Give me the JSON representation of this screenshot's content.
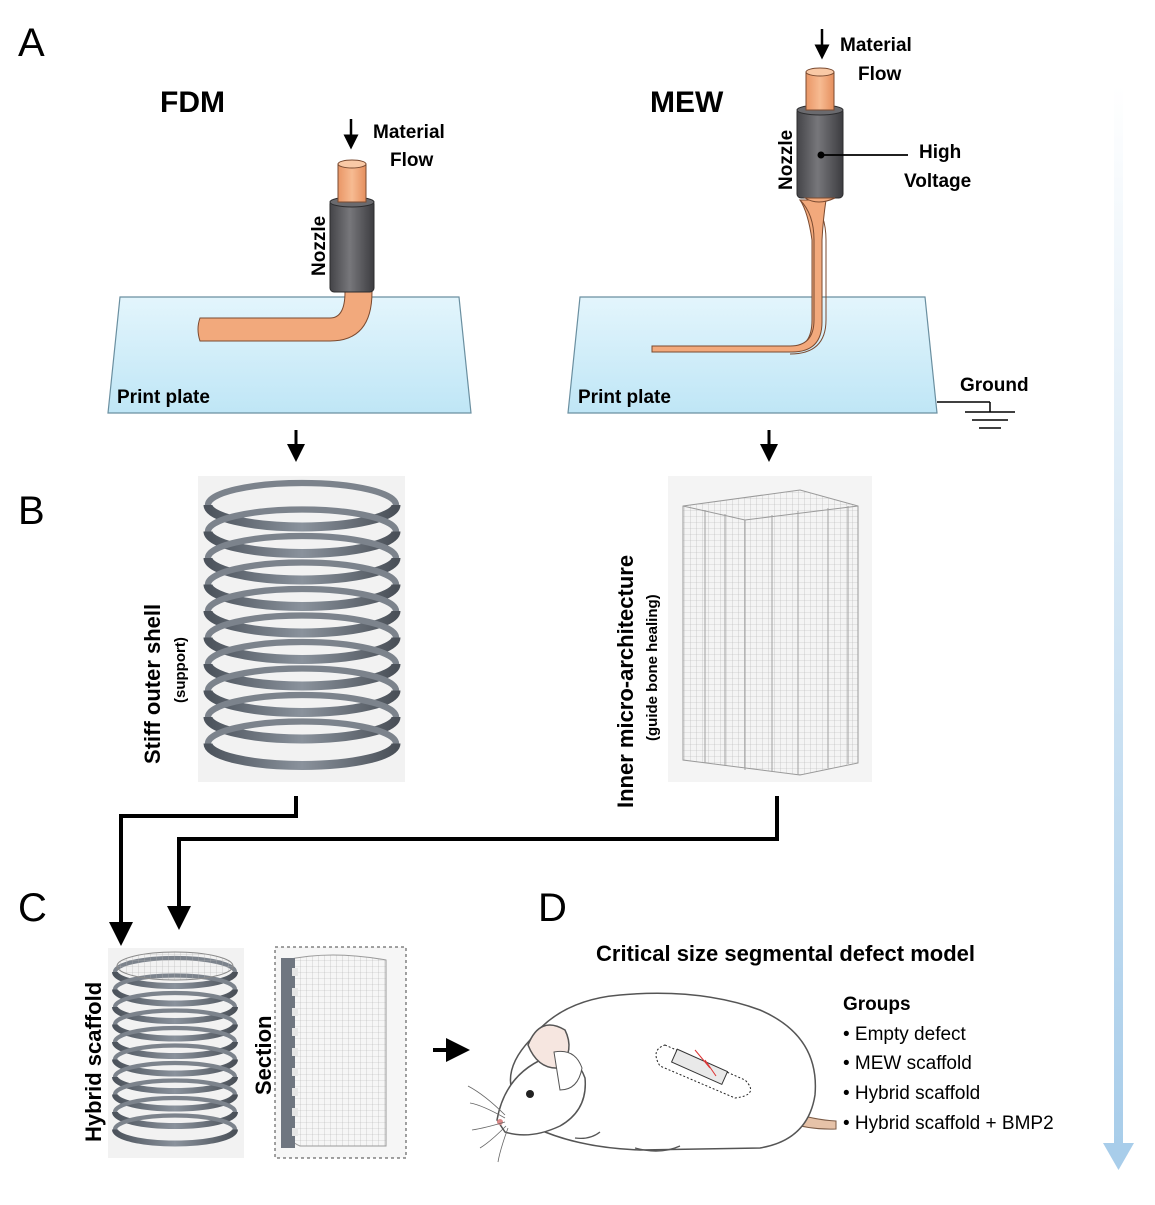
{
  "panels": {
    "a": "A",
    "b": "B",
    "c": "C",
    "d": "D"
  },
  "fdm": {
    "title": "FDM",
    "material_flow_line1": "Material",
    "material_flow_line2": "Flow",
    "nozzle": "Nozzle",
    "print_plate": "Print plate"
  },
  "mew": {
    "title": "MEW",
    "material_flow_line1": "Material",
    "material_flow_line2": "Flow",
    "nozzle": "Nozzle",
    "high_voltage_line1": "High",
    "high_voltage_line2": "Voltage",
    "print_plate": "Print plate",
    "ground": "Ground"
  },
  "shell": {
    "label": "Stiff outer shell",
    "sub": "(support)"
  },
  "micro": {
    "label": "Inner micro-architecture",
    "sub": "(guide bone healing)"
  },
  "hybrid": {
    "label": "Hybrid scaffold",
    "section": "Section"
  },
  "model": {
    "title": "Critical size segmental defect model",
    "groups_title": "Groups",
    "groups": [
      "• Empty defect",
      "• MEW scaffold",
      "• Hybrid scaffold",
      "• Hybrid scaffold + BMP2"
    ]
  },
  "colors": {
    "material": "#f2a97c",
    "nozzle": "#5e5e60",
    "plate": "#c9ecf8",
    "scaffold": "#6f7680",
    "timeline": "#a8cdea"
  }
}
